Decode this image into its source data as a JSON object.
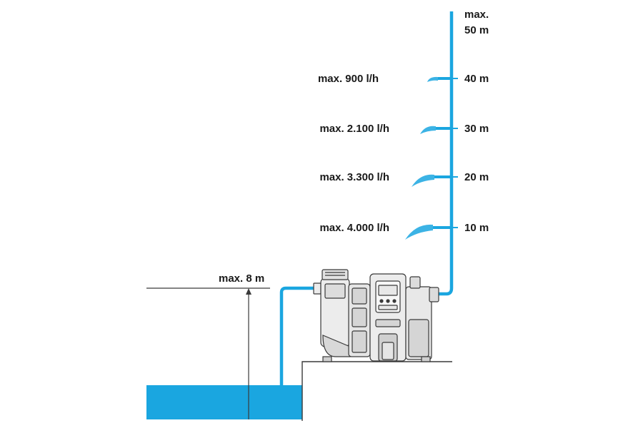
{
  "colors": {
    "water": "#1aa6e0",
    "outline": "#3a3a3a",
    "pump_body": "#ececec",
    "pump_shade": "#cfcfcf",
    "text": "#1a1a1a"
  },
  "labels": {
    "max_height_line1": "max.",
    "max_height_line2": "50 m",
    "suction_height": "max. 8 m"
  },
  "levels": [
    {
      "height": "40 m",
      "flow": "max. 900 l/h"
    },
    {
      "height": "30 m",
      "flow": "max. 2.100 l/h"
    },
    {
      "height": "20 m",
      "flow": "max. 3.300 l/h"
    },
    {
      "height": "10 m",
      "flow": "max. 4.000 l/h"
    }
  ],
  "icons": {
    "pump": "garden-pump-icon",
    "water": "water-reservoir"
  }
}
